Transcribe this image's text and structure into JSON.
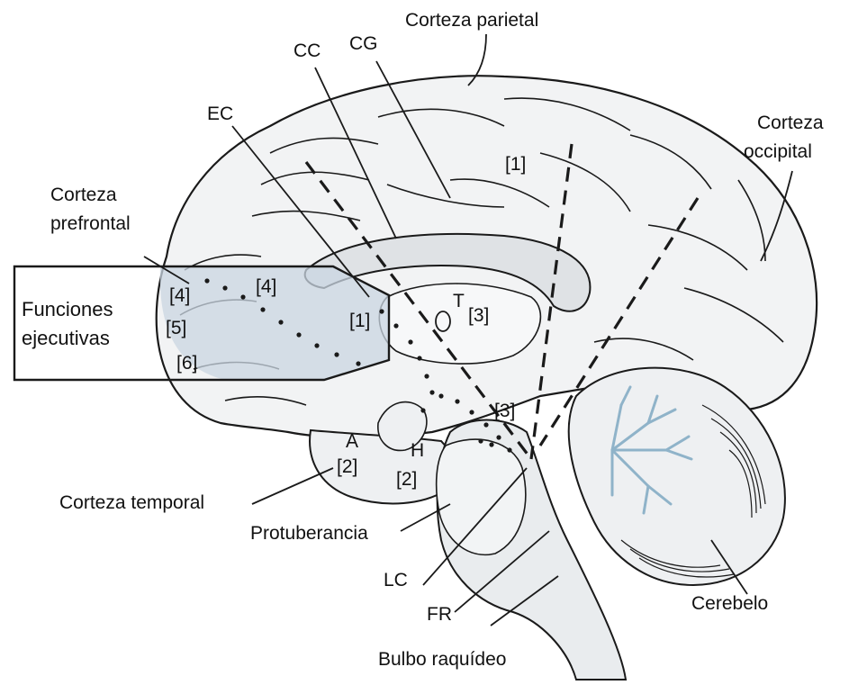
{
  "labels": {
    "corteza_parietal": "Corteza parietal",
    "cc": "CC",
    "cg": "CG",
    "ec": "EC",
    "corteza_occipital_1": "Corteza",
    "corteza_occipital_2": "occipital",
    "corteza_prefrontal_1": "Corteza",
    "corteza_prefrontal_2": "prefrontal",
    "funciones_1": "Funciones",
    "funciones_2": "ejecutivas",
    "corteza_temporal": "Corteza temporal",
    "protuberancia": "Protuberancia",
    "lc": "LC",
    "fr": "FR",
    "bulbo": "Bulbo raquídeo",
    "cerebelo": "Cerebelo",
    "t": "T",
    "a": "A",
    "h": "H"
  },
  "markers": {
    "parietal_1": "[1]",
    "ec_1": "[1]",
    "t_3": "[3]",
    "lower_3": "[3]",
    "a_2": "[2]",
    "h_2": "[2]",
    "pf_4a": "[4]",
    "pf_4b": "[4]",
    "pf_5": "[5]",
    "pf_6": "[6]"
  },
  "colors": {
    "outline": "#1a1a1a",
    "brain_fill": "#f2f3f4",
    "callosum_fill": "#dfe2e5",
    "highlight_fill": "#c9d6e2",
    "cerebellum_tree": "#8fb3c9"
  }
}
